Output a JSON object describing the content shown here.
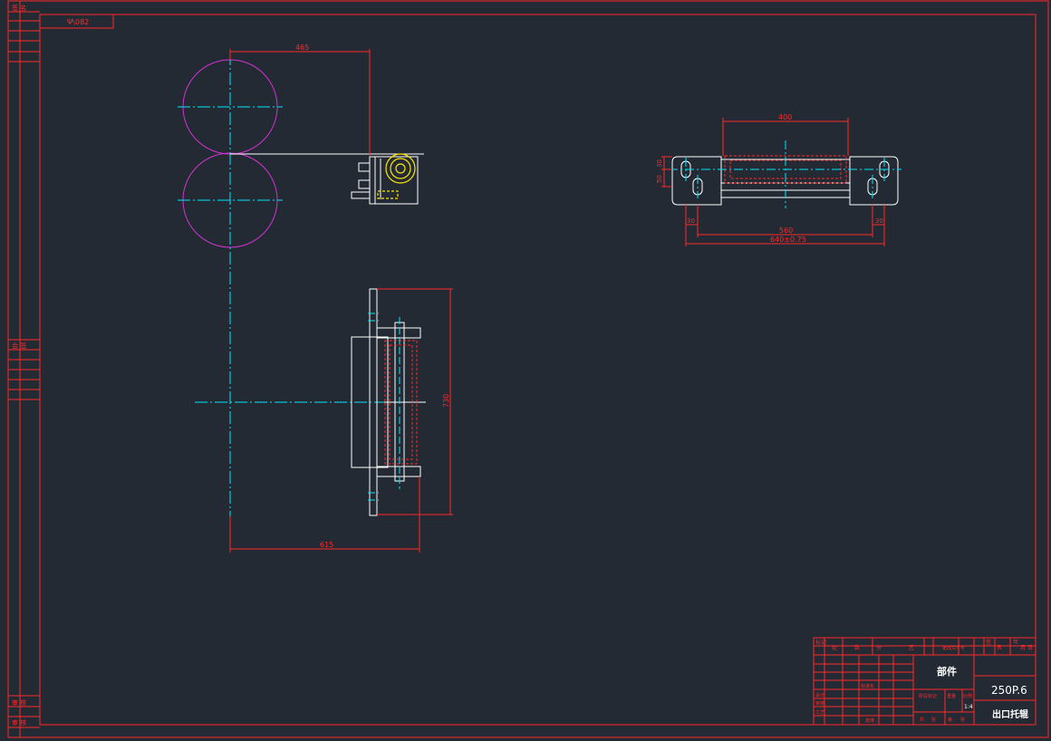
{
  "sheet": {
    "top_left_ref": "Ψ\\082",
    "left_strip_labels": [
      "签 名",
      "会 签",
      "审 核",
      "审 核"
    ]
  },
  "dimensions": {
    "top_horizontal": "465",
    "vertical_right": "730",
    "bottom_horizontal": "615",
    "right_top": "400",
    "right_left_vertical_1": "30",
    "right_left_vertical_2": "50",
    "right_bottom_left": "30",
    "right_bottom_right": "30",
    "right_mid": "560",
    "right_overall": "640±0.75"
  },
  "title_block": {
    "material": "部件",
    "drawing_number": "250P.6",
    "part_name": "出口托辊",
    "scale": "1:4",
    "header_cells": [
      "标记",
      "处",
      "数",
      "分",
      "区",
      "更改文件号",
      "签",
      "名",
      "年",
      "月",
      "日"
    ],
    "row_labels": [
      "设计",
      "审核",
      "工艺",
      "标准化",
      "批准"
    ],
    "small_labels": [
      "阶段标记",
      "重量",
      "比例",
      "共",
      "张",
      "第",
      "张"
    ]
  },
  "colors": {
    "background": "#232a33",
    "frame": "#ff2a2a",
    "geometry": "#ffffff",
    "centerline": "#00e5ff",
    "circle": "#d233d2",
    "dimension": "#ff2a2a",
    "highlight": "#ffe600"
  }
}
